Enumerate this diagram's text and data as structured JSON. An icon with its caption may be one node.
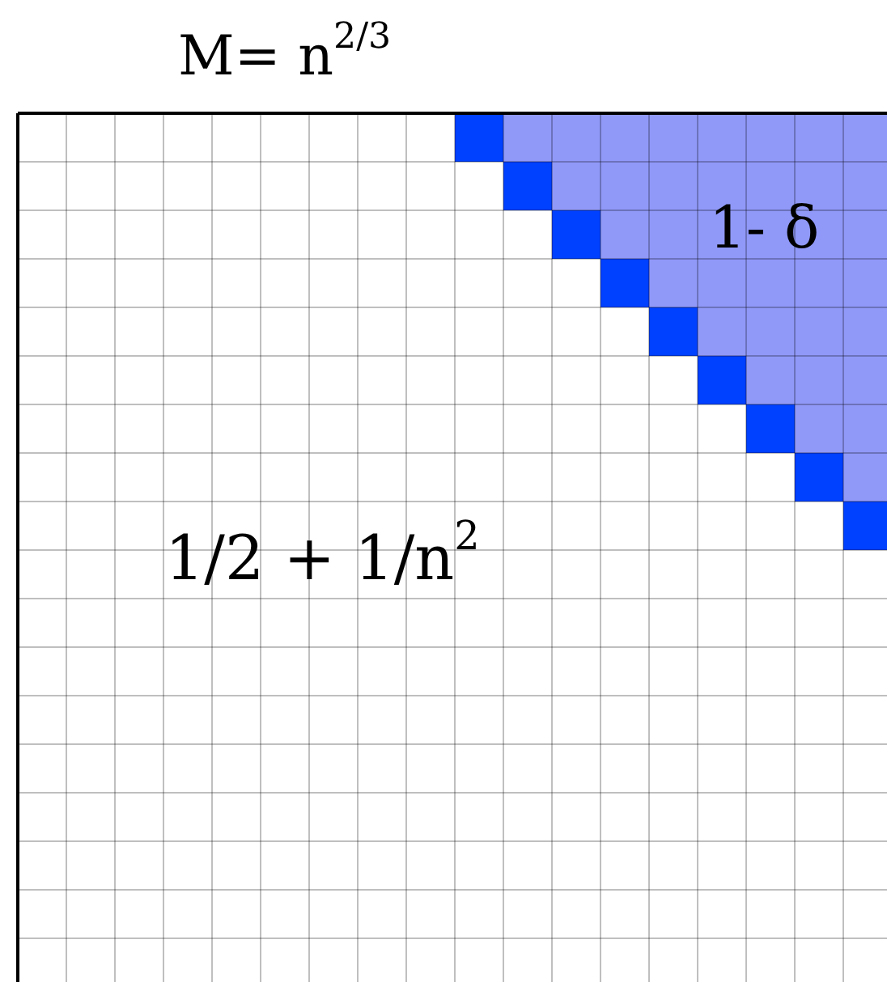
{
  "diagram": {
    "labels": [
      "M= n$^{2/3}$",
      "1- δ",
      "1/2 + 1/n$^{2}$"
    ]
  }
}
